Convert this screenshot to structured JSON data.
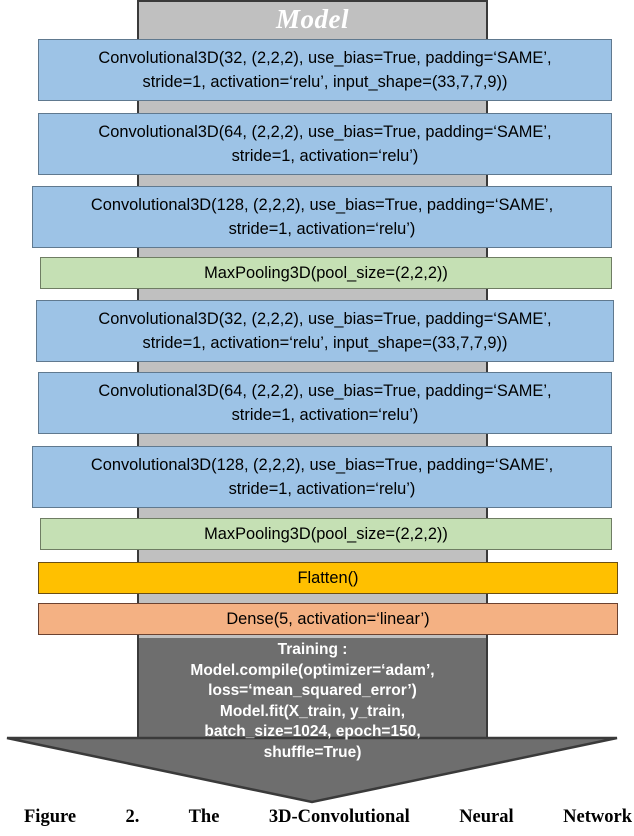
{
  "figure": {
    "title": "Model",
    "caption": "Figure 2. The 3D-Convolutional Neural Network"
  },
  "colors": {
    "spine": "#c0c0c0",
    "arrow": "#6e6e6e",
    "conv": "#9dc3e6",
    "pool": "#c5e0b4",
    "flatten": "#ffc000",
    "dense": "#f4b183",
    "outline": "#3a3a3a",
    "title_text": "#ffffff"
  },
  "layers": [
    {
      "id": "conv3d-32-a",
      "kind": "conv",
      "text": "Convolutional3D(32, (2,2,2), use_bias=True, padding=‘SAME’,\nstride=1, activation=‘relu’, input_shape=(33,7,7,9))"
    },
    {
      "id": "conv3d-64-a",
      "kind": "conv",
      "text": "Convolutional3D(64, (2,2,2), use_bias=True, padding=‘SAME’,\nstride=1, activation=‘relu’)"
    },
    {
      "id": "conv3d-128-a",
      "kind": "conv",
      "text": "Convolutional3D(128, (2,2,2), use_bias=True, padding=‘SAME’,\nstride=1, activation=‘relu’)"
    },
    {
      "id": "maxpool3d-a",
      "kind": "pool",
      "text": "MaxPooling3D(pool_size=(2,2,2))"
    },
    {
      "id": "conv3d-32-b",
      "kind": "conv",
      "text": "Convolutional3D(32, (2,2,2), use_bias=True, padding=‘SAME’,\nstride=1, activation=‘relu’, input_shape=(33,7,7,9))"
    },
    {
      "id": "conv3d-64-b",
      "kind": "conv",
      "text": "Convolutional3D(64, (2,2,2), use_bias=True, padding=‘SAME’,\nstride=1, activation=‘relu’)"
    },
    {
      "id": "conv3d-128-b",
      "kind": "conv",
      "text": "Convolutional3D(128, (2,2,2), use_bias=True, padding=‘SAME’,\nstride=1, activation=‘relu’)"
    },
    {
      "id": "maxpool3d-b",
      "kind": "pool",
      "text": "MaxPooling3D(pool_size=(2,2,2))"
    },
    {
      "id": "flatten",
      "kind": "flat",
      "text": "Flatten()"
    },
    {
      "id": "dense",
      "kind": "dense",
      "text": "Dense(5, activation=‘linear’)"
    }
  ],
  "training": {
    "text": "Training :\nModel.compile(optimizer=‘adam’,\nloss=‘mean_squared_error’)\nModel.fit(X_train, y_train,\nbatch_size=1024, epoch=150,\nshuffle=True)"
  }
}
